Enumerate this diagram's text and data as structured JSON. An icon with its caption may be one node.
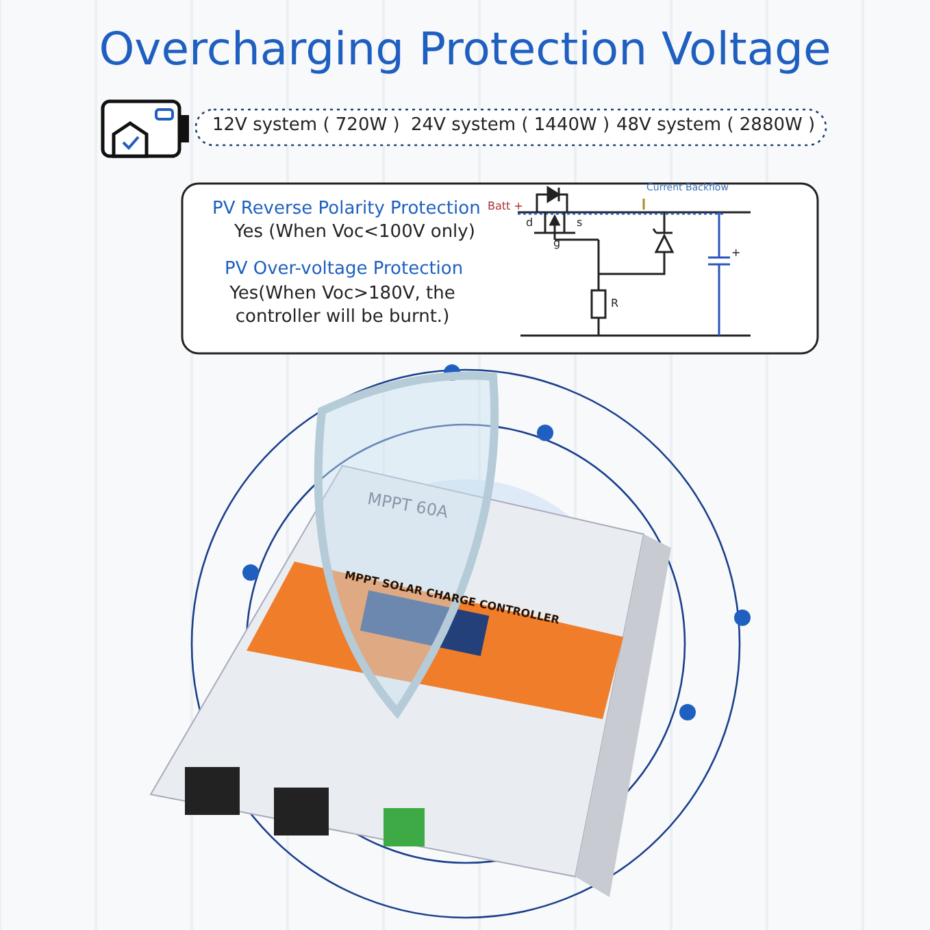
{
  "diagram": {
    "title": "Overcharging Protection Voltage",
    "labels": [
      "12V system ( 720W )",
      "24V system ( 1440W )",
      "48V system ( 2880W )",
      "PV Reverse Polarity Protection",
      "Yes (When Voc<100V only)",
      "PV Over-voltage Protection",
      "Yes(When Voc>180V, the controller will be burnt.)",
      "Batt +",
      "Current Backflow",
      "d",
      "g",
      "s",
      "R",
      "+",
      "MPPT 60A",
      "MPPT SOLAR CHARGE CONTROLLER"
    ]
  }
}
